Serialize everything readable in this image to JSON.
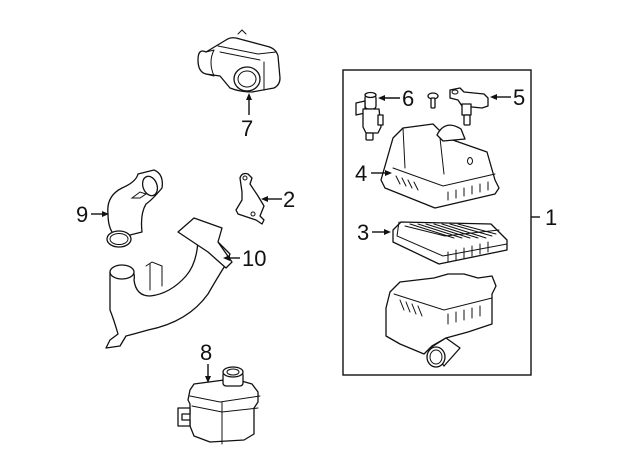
{
  "diagram": {
    "title": "Air intake / air cleaner assembly exploded parts diagram",
    "assembly_group": {
      "callout": "1",
      "part": "air-cleaner-assembly"
    },
    "callouts": [
      {
        "number": "1",
        "part": "air-cleaner-assembly"
      },
      {
        "number": "2",
        "part": "bracket"
      },
      {
        "number": "3",
        "part": "air-filter-element"
      },
      {
        "number": "4",
        "part": "air-cleaner-upper-cover"
      },
      {
        "number": "5",
        "part": "sensor"
      },
      {
        "number": "6",
        "part": "sensor-switch"
      },
      {
        "number": "7",
        "part": "mass-air-flow-sensor-housing"
      },
      {
        "number": "8",
        "part": "resonator"
      },
      {
        "number": "9",
        "part": "intake-hose"
      },
      {
        "number": "10",
        "part": "air-intake-duct"
      }
    ]
  }
}
